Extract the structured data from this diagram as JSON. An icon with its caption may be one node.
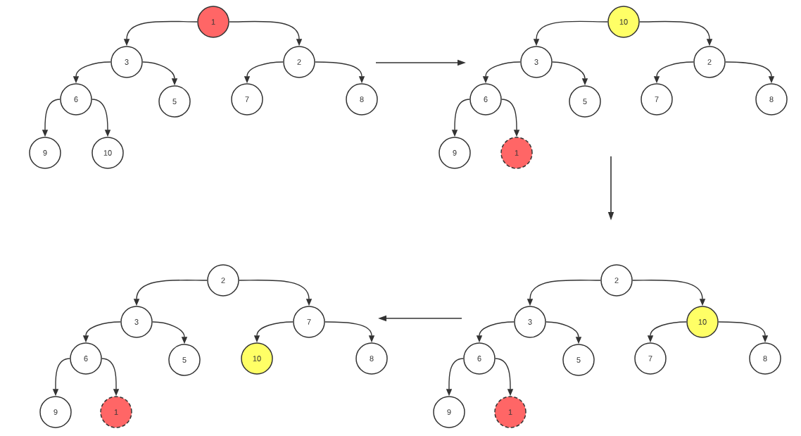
{
  "diagram": {
    "nodes": [
      {
        "text": [
          "1"
        ]
      },
      {
        "text": [
          "3"
        ]
      },
      {
        "text": [
          "2"
        ]
      },
      {
        "text": [
          "6"
        ]
      },
      {
        "text": [
          "5"
        ]
      },
      {
        "text": [
          "7"
        ]
      },
      {
        "text": [
          "8"
        ]
      },
      {
        "text": [
          "9"
        ]
      },
      {
        "text": [
          "10"
        ]
      },
      {
        "text": [
          "10"
        ]
      },
      {
        "text": [
          "3"
        ]
      },
      {
        "text": [
          "2"
        ]
      },
      {
        "text": [
          "6"
        ]
      },
      {
        "text": [
          "5"
        ]
      },
      {
        "text": [
          "7"
        ]
      },
      {
        "text": [
          "8"
        ]
      },
      {
        "text": [
          "9"
        ]
      },
      {
        "text": [
          "1"
        ]
      },
      {
        "text": [
          "2"
        ]
      },
      {
        "text": [
          "3"
        ]
      },
      {
        "text": [
          "7"
        ]
      },
      {
        "text": [
          "6"
        ]
      },
      {
        "text": [
          "5"
        ]
      },
      {
        "text": [
          "10"
        ]
      },
      {
        "text": [
          "8"
        ]
      },
      {
        "text": [
          "9"
        ]
      },
      {
        "text": [
          "1"
        ]
      },
      {
        "text": [
          "2"
        ]
      },
      {
        "text": [
          "3"
        ]
      },
      {
        "text": [
          "10"
        ]
      },
      {
        "text": [
          "6"
        ]
      },
      {
        "text": [
          "5"
        ]
      },
      {
        "text": [
          "7"
        ]
      },
      {
        "text": [
          "8"
        ]
      },
      {
        "text": [
          "9"
        ]
      },
      {
        "text": [
          "1"
        ]
      }
    ],
    "edges": [
      {
        "from": 0,
        "to": 1,
        "arrow": "to"
      },
      {
        "from": 0,
        "to": 2,
        "arrow": "to"
      },
      {
        "from": 1,
        "to": 3,
        "arrow": "to"
      },
      {
        "from": 1,
        "to": 4,
        "arrow": "to"
      },
      {
        "from": 2,
        "to": 5,
        "arrow": "to"
      },
      {
        "from": 2,
        "to": 6,
        "arrow": "to"
      },
      {
        "from": 3,
        "to": 7,
        "arrow": "to"
      },
      {
        "from": 3,
        "to": 8,
        "arrow": "to"
      },
      {
        "from": 9,
        "to": 10,
        "arrow": "to"
      },
      {
        "from": 9,
        "to": 11,
        "arrow": "to"
      },
      {
        "from": 10,
        "to": 12,
        "arrow": "to"
      },
      {
        "from": 10,
        "to": 13,
        "arrow": "to"
      },
      {
        "from": 11,
        "to": 14,
        "arrow": "to"
      },
      {
        "from": 11,
        "to": 15,
        "arrow": "to"
      },
      {
        "from": 12,
        "to": 16,
        "arrow": "to"
      },
      {
        "from": 12,
        "to": 17,
        "arrow": "to"
      },
      {
        "from": 18,
        "to": 19,
        "arrow": "to"
      },
      {
        "from": 18,
        "to": 20,
        "arrow": "to"
      },
      {
        "from": 19,
        "to": 21,
        "arrow": "to"
      },
      {
        "from": 19,
        "to": 22,
        "arrow": "to"
      },
      {
        "from": 20,
        "to": 23,
        "arrow": "to"
      },
      {
        "from": 20,
        "to": 24,
        "arrow": "to"
      },
      {
        "from": 21,
        "to": 25,
        "arrow": "to"
      },
      {
        "from": 21,
        "to": 26,
        "arrow": "to"
      },
      {
        "from": 27,
        "to": 28,
        "arrow": "to"
      },
      {
        "from": 27,
        "to": 29,
        "arrow": "to"
      },
      {
        "from": 28,
        "to": 30,
        "arrow": "to"
      },
      {
        "from": 28,
        "to": 31,
        "arrow": "to"
      },
      {
        "from": 29,
        "to": 32,
        "arrow": "to"
      },
      {
        "from": 29,
        "to": 33,
        "arrow": "to"
      },
      {
        "from": 30,
        "to": 34,
        "arrow": "to"
      },
      {
        "from": 30,
        "to": 35,
        "arrow": "to"
      }
    ]
  }
}
